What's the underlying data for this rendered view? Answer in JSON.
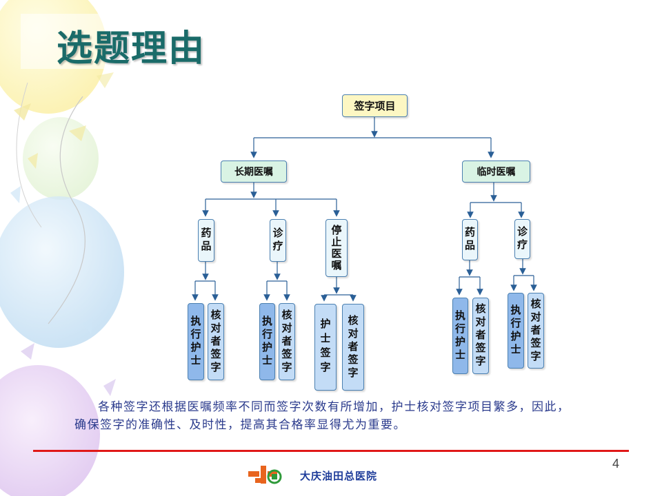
{
  "title": "选题理由",
  "diagram": {
    "root": "签字项目",
    "branches": [
      {
        "label": "长期医嘱",
        "children": [
          {
            "label": "药品",
            "leaves": [
              "执行护士",
              "核对者签字"
            ]
          },
          {
            "label": "诊疗",
            "leaves": [
              "执行护士",
              "核对者签字"
            ]
          },
          {
            "label": "停止医嘱",
            "leaves": [
              "护士签字",
              "核对者签字"
            ]
          }
        ]
      },
      {
        "label": "临时医嘱",
        "children": [
          {
            "label": "药品",
            "leaves": [
              "执行护士",
              "核对者签字"
            ]
          },
          {
            "label": "诊疗",
            "leaves": [
              "执行护士",
              "核对者签字"
            ]
          }
        ]
      }
    ]
  },
  "paragraph": "各种签字还根据医嘱频率不同而签字次数有所增加，护士核对签字项目繁多，因此，确保签字的准确性、及时性，提高其合格率显得尤为重要。",
  "page_number": "4",
  "footer": {
    "hospital_name": "大庆油田总医院"
  },
  "colors": {
    "title": "#1a6b69",
    "accent_line": "#e01818",
    "connector": "#2a5f96",
    "text_blue": "#2a3a8c"
  }
}
